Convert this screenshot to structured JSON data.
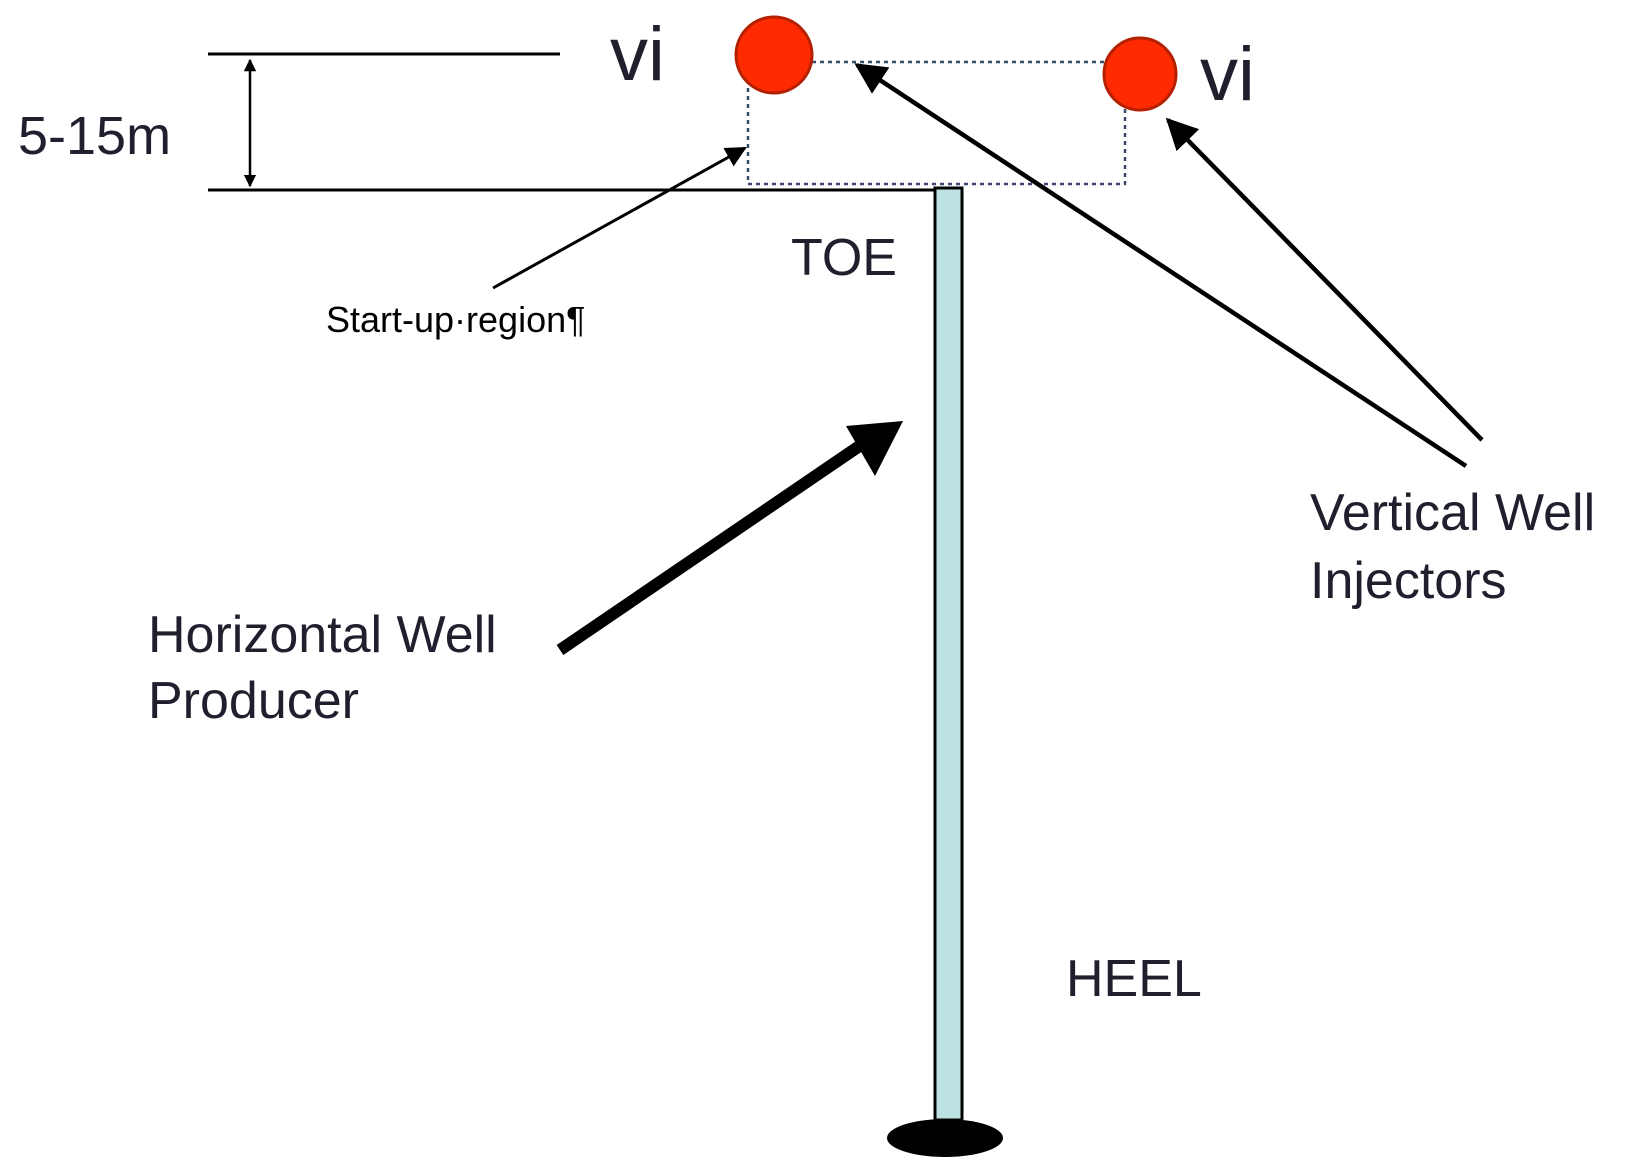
{
  "labels": {
    "vi_left": "vi",
    "vi_right": "vi",
    "distance": "5-15m",
    "toe": "TOE",
    "heel": "HEEL",
    "startup_region": "Start-up·region¶",
    "horizontal_producer_line1": "Horizontal Well",
    "horizontal_producer_line2": "Producer",
    "vertical_injectors_line1": "Vertical Well",
    "vertical_injectors_line2": "Injectors"
  },
  "colors": {
    "injector_fill": "#ff2a00",
    "injector_stroke": "#b52000",
    "well_fill": "#bfe3e3",
    "line": "#000000",
    "region_border": "#3a4a6a",
    "text": "#1f1f2e"
  }
}
